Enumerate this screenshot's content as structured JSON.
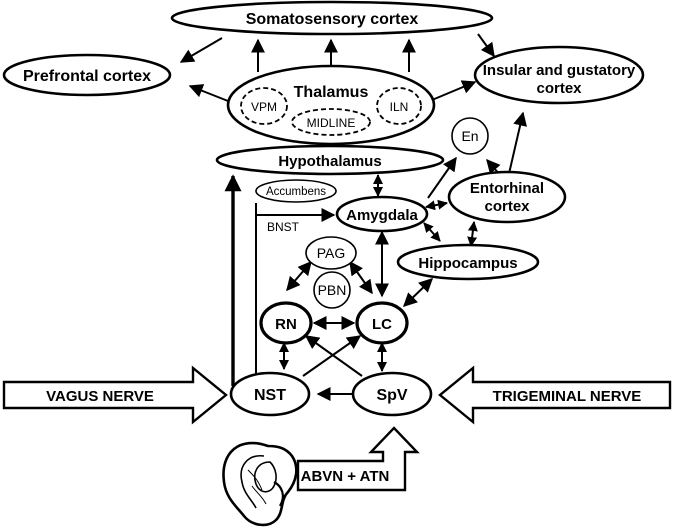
{
  "nodes": {
    "somatosensory": "Somatosensory cortex",
    "prefrontal": "Prefrontal cortex",
    "insular_line1": "Insular and gustatory",
    "insular_line2": "cortex",
    "thalamus": "Thalamus",
    "vpm": "VPM",
    "midline": "MIDLINE",
    "iln": "ILN",
    "en": "En",
    "hypothalamus": "Hypothalamus",
    "accumbens": "Accumbens",
    "entorhinal_line1": "Entorhinal",
    "entorhinal_line2": "cortex",
    "bnst": "BNST",
    "amygdala": "Amygdala",
    "pag": "PAG",
    "hippocampus": "Hippocampus",
    "pbn": "PBN",
    "rn": "RN",
    "lc": "LC",
    "nst": "NST",
    "spv": "SpV"
  },
  "inputs": {
    "vagus": "VAGUS NERVE",
    "trigeminal": "TRIGEMINAL NERVE",
    "auricular": "ABVN + ATN"
  },
  "icons": {
    "ear": "ear-icon"
  },
  "colors": {
    "ink": "#000000",
    "background": "#ffffff"
  }
}
